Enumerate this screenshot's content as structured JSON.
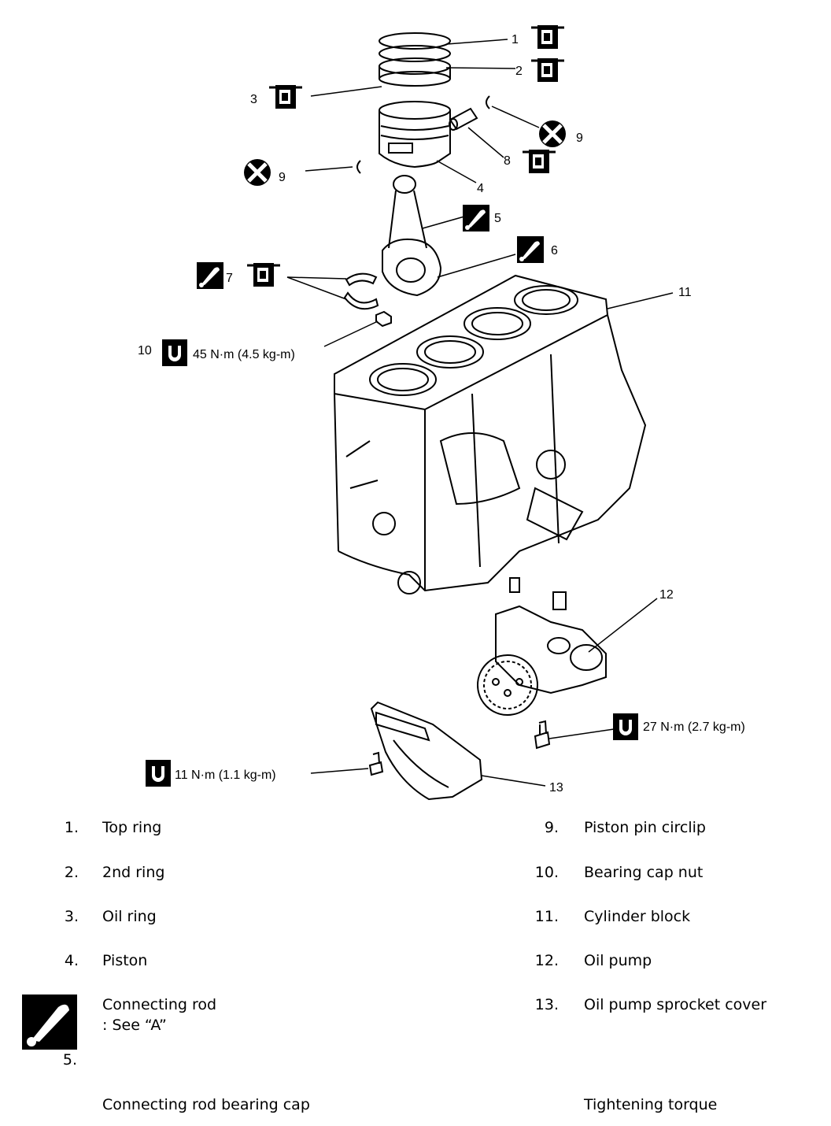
{
  "callouts": [
    "1",
    "2",
    "3",
    "4",
    "5",
    "6",
    "7",
    "8",
    "9",
    "9",
    "10",
    "11",
    "12",
    "13"
  ],
  "torques": {
    "bearing_cap_nut": "45 N·m (4.5 kg-m)",
    "oil_pump": "27 N·m (2.7 kg-m)",
    "sprocket_cover": "11 N·m (1.1 kg-m)"
  },
  "legend": {
    "left": [
      {
        "num": "1.",
        "label": "Top ring"
      },
      {
        "num": "2.",
        "label": "2nd ring"
      },
      {
        "num": "3.",
        "label": "Oil ring"
      },
      {
        "num": "4.",
        "label": "Piston"
      },
      {
        "num": "5.",
        "label": "Connecting rod",
        "sub": ": See “A”"
      }
    ],
    "right": [
      {
        "num": "9.",
        "label": "Piston pin circlip"
      },
      {
        "num": "10.",
        "label": "Bearing cap nut"
      },
      {
        "num": "11.",
        "label": "Cylinder block"
      },
      {
        "num": "12.",
        "label": "Oil pump"
      },
      {
        "num": "13.",
        "label": "Oil pump sprocket cover"
      }
    ],
    "bottom_left": "Connecting rod bearing cap",
    "bottom_right": "Tightening torque"
  },
  "icons": [
    "oil-can-icon",
    "do-not-reuse-icon",
    "torque-wrench-icon",
    "grease-brush-icon"
  ]
}
